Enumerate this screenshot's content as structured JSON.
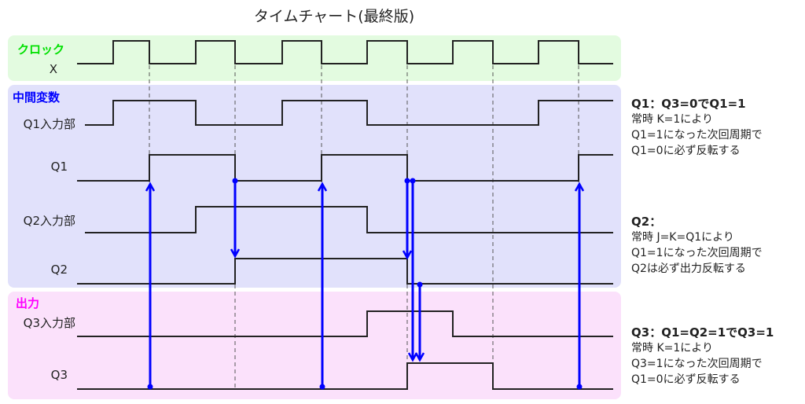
{
  "title": "タイムチャート(最終版)",
  "sections": {
    "clock": "クロック",
    "intermediate": "中間変数",
    "output": "出力"
  },
  "colors": {
    "clock_section": "#00e000",
    "intermediate_section": "#0000ff",
    "output_section": "#ff00ff",
    "arrow": "#0000ff"
  },
  "signals": [
    {
      "label": "X",
      "levels": [
        0,
        1,
        0,
        1,
        0,
        1,
        0,
        1,
        0,
        1,
        0,
        1,
        0
      ]
    },
    {
      "label": "Q1入力部",
      "levels": [
        0,
        1,
        1,
        0,
        0,
        1,
        1,
        0,
        0,
        0,
        0,
        1,
        1
      ]
    },
    {
      "label": "Q1",
      "levels": [
        0,
        0,
        1,
        1,
        0,
        0,
        1,
        1,
        0,
        0,
        0,
        0,
        1
      ]
    },
    {
      "label": "Q2入力部",
      "levels": [
        0,
        0,
        0,
        1,
        1,
        1,
        1,
        0,
        0,
        0,
        0,
        0,
        0
      ]
    },
    {
      "label": "Q2",
      "levels": [
        0,
        0,
        0,
        0,
        1,
        1,
        1,
        1,
        0,
        0,
        0,
        0,
        0
      ]
    },
    {
      "label": "Q3入力部",
      "levels": [
        0,
        0,
        0,
        0,
        0,
        0,
        0,
        1,
        1,
        0,
        0,
        0,
        0
      ]
    },
    {
      "label": "Q3",
      "levels": [
        0,
        0,
        0,
        0,
        0,
        0,
        0,
        0,
        1,
        1,
        0,
        0,
        0
      ]
    }
  ],
  "notes": [
    {
      "heading": "Q1：Q3=0でQ1=1",
      "lines": [
        "常時 K=1により",
        "Q1=1になった次回周期で",
        "Q1=0に必ず反転する"
      ]
    },
    {
      "heading": "Q2：",
      "lines": [
        "常時 J=K=Q1により",
        "Q1=1になった次回周期で",
        "Q2は必ず出力反転する"
      ]
    },
    {
      "heading": "Q3：Q1=Q2=1でQ3=1",
      "lines": [
        "常時 K=1により",
        "Q3=1になった次回周期で",
        "Q1=0に必ず反転する"
      ]
    }
  ]
}
